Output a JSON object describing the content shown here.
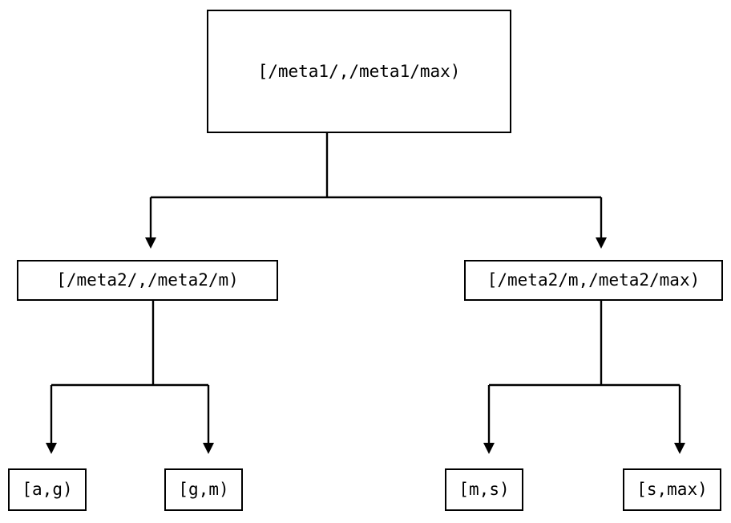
{
  "diagram": {
    "title": "interval-partition-tree",
    "background_color": "#ffffff",
    "stroke_color": "#000000",
    "text_color": "#000000",
    "nodes": {
      "root": {
        "label": "[/meta1/,/meta1/max)"
      },
      "level2": [
        {
          "label": "[/meta2/,/meta2/m)"
        },
        {
          "label": "[/meta2/m,/meta2/max)"
        }
      ],
      "leaves": [
        {
          "label": "[a,g)"
        },
        {
          "label": "[g,m)"
        },
        {
          "label": "[m,s)"
        },
        {
          "label": "[s,max)"
        }
      ]
    },
    "edges": [
      {
        "from": "root",
        "to": "[/meta2/,/meta2/m)",
        "arrow": "triangle-down"
      },
      {
        "from": "root",
        "to": "[/meta2/m,/meta2/max)",
        "arrow": "triangle-down"
      },
      {
        "from": "[/meta2/,/meta2/m)",
        "to": "[a,g)",
        "arrow": "triangle-down"
      },
      {
        "from": "[/meta2/,/meta2/m)",
        "to": "[g,m)",
        "arrow": "triangle-down"
      },
      {
        "from": "[/meta2/m,/meta2/max)",
        "to": "[m,s)",
        "arrow": "triangle-down"
      },
      {
        "from": "[/meta2/m,/meta2/max)",
        "to": "[s,max)",
        "arrow": "triangle-down"
      }
    ]
  }
}
